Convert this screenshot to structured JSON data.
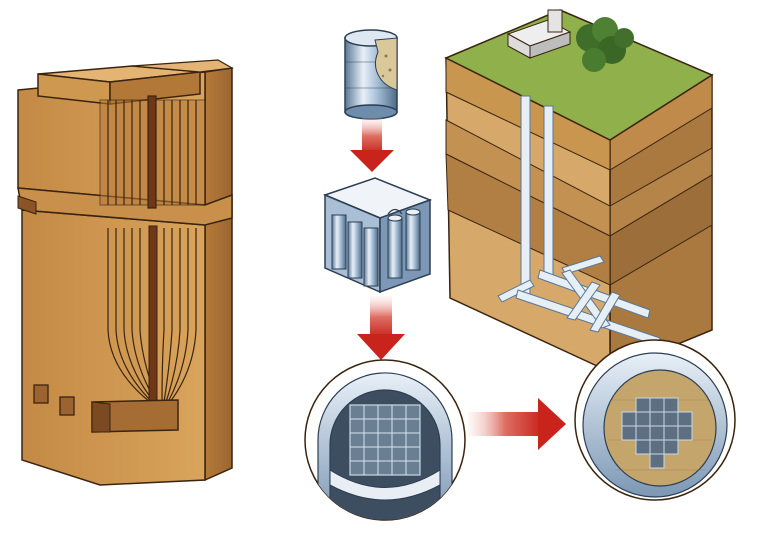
{
  "colors": {
    "wood_light": "#d9a45c",
    "wood_mid": "#c48a45",
    "wood_dark": "#8a5427",
    "outline": "#3a2410",
    "metal_light": "#e8f0f8",
    "metal_mid": "#9fb8d2",
    "metal_dark": "#5a7896",
    "arrow_red": "#c8241c",
    "grass": "#8fb04a",
    "soil_1": "#d6a86a",
    "soil_2": "#bb8a4e",
    "soil_3": "#a9793f"
  },
  "panels": {
    "tower": {
      "icon": "storage-tower"
    },
    "drum": {
      "icon": "waste-drum"
    },
    "container": {
      "icon": "drum-container"
    },
    "repository": {
      "icon": "underground-repository"
    },
    "cross_section_1": {
      "icon": "canister-cross-section"
    },
    "cross_section_2": {
      "icon": "sealed-canister-cross-section"
    }
  }
}
